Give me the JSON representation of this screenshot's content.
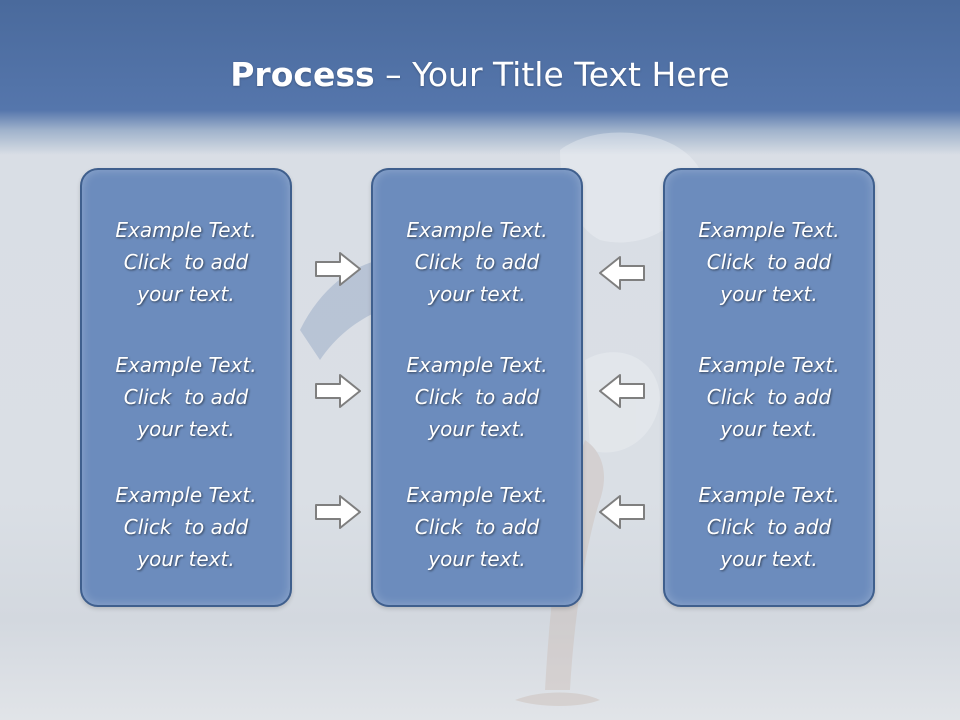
{
  "slide": {
    "title_bold": "Process",
    "title_rest": " – Your Title Text Here"
  },
  "columns": [
    {
      "items": [
        [
          "Example Text.",
          "Click  to add",
          "your text."
        ],
        [
          "Example Text.",
          "Click  to add",
          "your text."
        ],
        [
          "Example Text.",
          "Click  to add",
          "your text."
        ]
      ]
    },
    {
      "items": [
        [
          "Example Text.",
          "Click  to add",
          "your text."
        ],
        [
          "Example Text.",
          "Click  to add",
          "your text."
        ],
        [
          "Example Text.",
          "Click  to add",
          "your text."
        ]
      ]
    },
    {
      "items": [
        [
          "Example Text.",
          "Click  to add",
          "your text."
        ],
        [
          "Example Text.",
          "Click  to add",
          "your text."
        ],
        [
          "Example Text.",
          "Click  to add",
          "your text."
        ]
      ]
    }
  ],
  "arrows": {
    "left_to_mid": [
      "right-arrow-icon",
      "right-arrow-icon",
      "right-arrow-icon"
    ],
    "right_to_mid": [
      "left-arrow-icon",
      "left-arrow-icon",
      "left-arrow-icon"
    ]
  },
  "colors": {
    "box_fill": "#6c8cbd",
    "box_border": "#3f5f8d",
    "header_band": "#5576ac"
  }
}
